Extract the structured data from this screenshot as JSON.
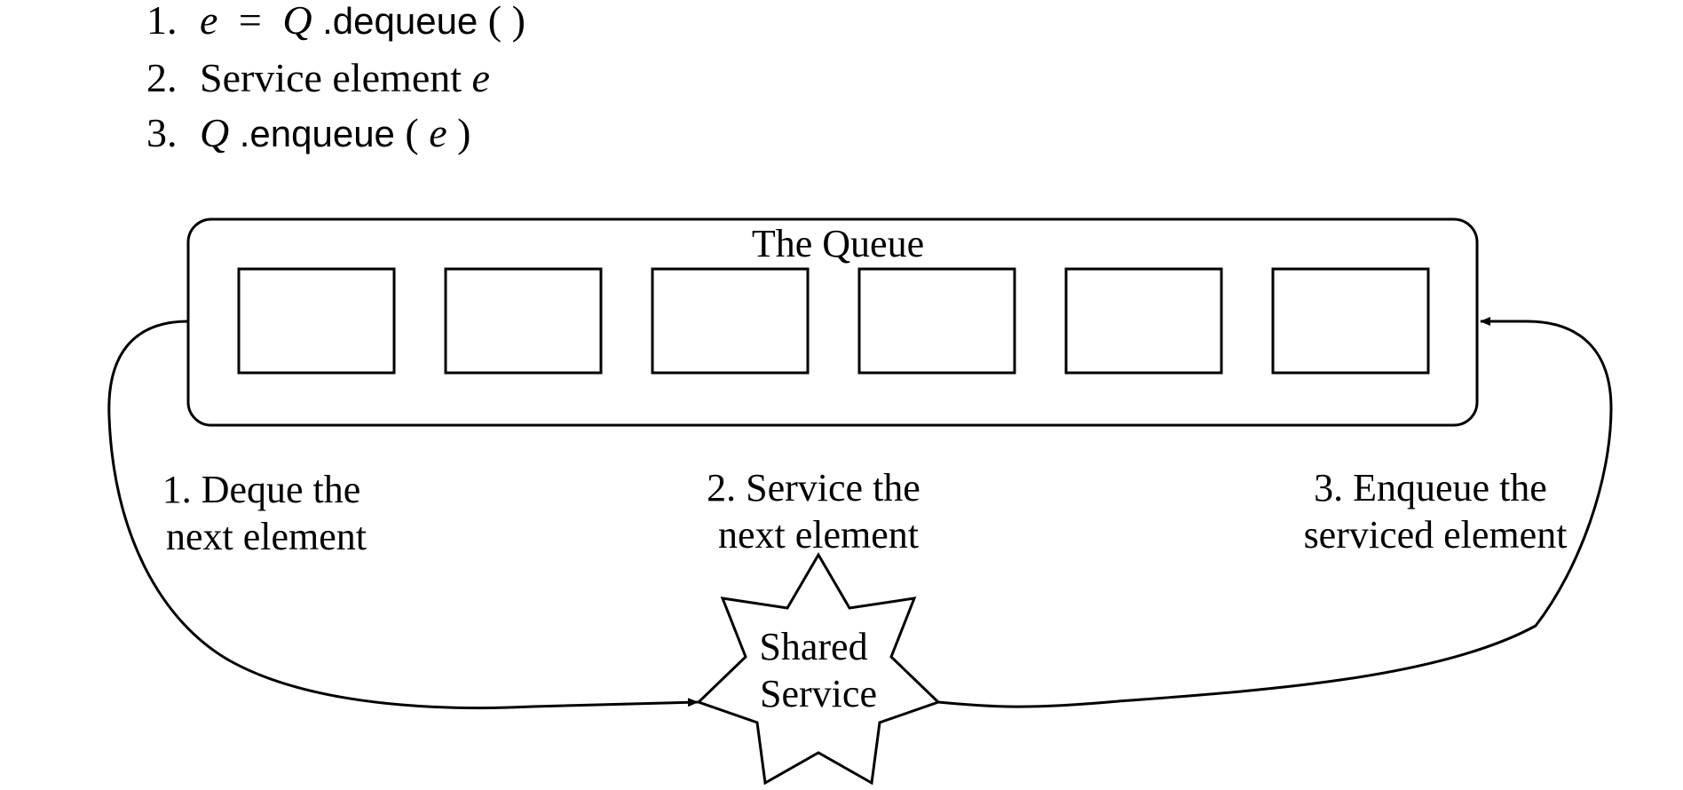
{
  "algorithm": {
    "steps": [
      {
        "number": "1.",
        "lhs": "e",
        "eq": "=",
        "obj": "Q",
        "method": ".dequeue",
        "paren_open": "(",
        "arg": "",
        "paren_close": ")"
      },
      {
        "number": "2.",
        "text": "Service element ",
        "var": "e"
      },
      {
        "number": "3.",
        "obj": "Q",
        "method": ".enqueue",
        "paren_open": "(",
        "arg": "e",
        "paren_close": ")"
      }
    ]
  },
  "queue": {
    "title": "The Queue",
    "slot_count": 6
  },
  "labels": {
    "deque": {
      "line1": "1. Deque the",
      "line2": "next element"
    },
    "service": {
      "line1": "2. Service the",
      "line2": "next element"
    },
    "enqueue": {
      "line1": "3. Enqueue the",
      "line2": "serviced element"
    }
  },
  "shared_service": {
    "line1": "Shared",
    "line2": "Service"
  }
}
